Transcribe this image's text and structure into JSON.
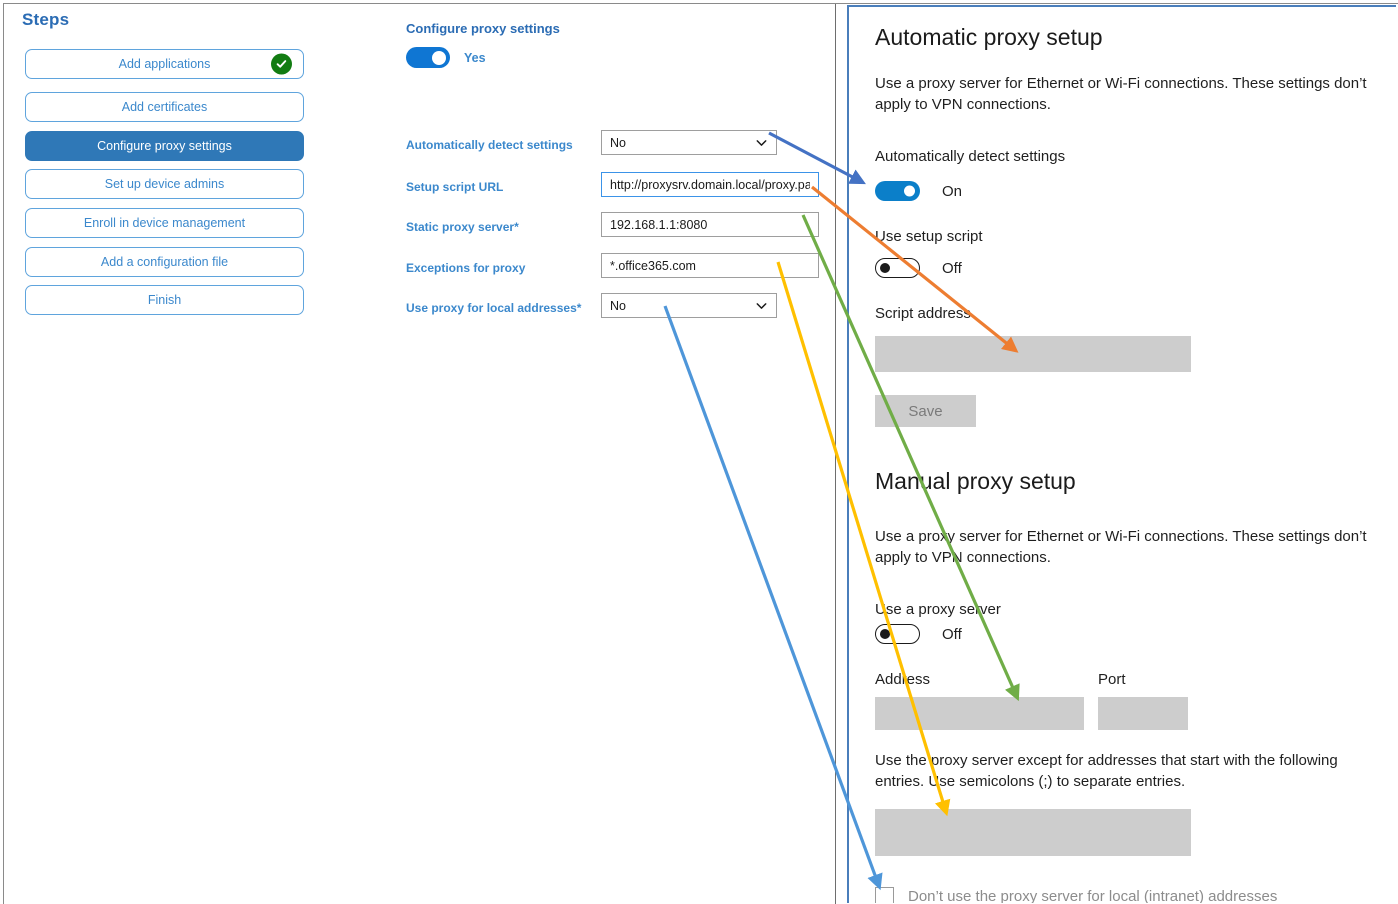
{
  "steps": {
    "title": "Steps",
    "items": [
      {
        "label": "Add applications",
        "state": "complete",
        "selected": false,
        "icon": "check-circle-icon"
      },
      {
        "label": "Add certificates",
        "state": "default",
        "selected": false
      },
      {
        "label": "Configure proxy settings",
        "state": "default",
        "selected": true
      },
      {
        "label": "Set up device admins",
        "state": "default",
        "selected": false
      },
      {
        "label": "Enroll in device management",
        "state": "default",
        "selected": false
      },
      {
        "label": "Add a configuration file",
        "state": "default",
        "selected": false
      },
      {
        "label": "Finish",
        "state": "default",
        "selected": false
      }
    ]
  },
  "form": {
    "heading": "Configure proxy settings",
    "enable_toggle": {
      "state": "on",
      "label": "Yes"
    },
    "fields": [
      {
        "label": "Automatically detect settings",
        "required": false,
        "type": "select",
        "value": "No",
        "icon": "chevron-down-icon"
      },
      {
        "label": "Setup script URL",
        "required": false,
        "type": "text",
        "value": "http://proxysrv.domain.local/proxy.pa",
        "focused": true
      },
      {
        "label": "Static proxy server",
        "required": true,
        "type": "text",
        "value": "192.168.1.1:8080",
        "focused": false
      },
      {
        "label": "Exceptions for proxy",
        "required": false,
        "type": "text",
        "value": "*.office365.com",
        "focused": false
      },
      {
        "label": "Use proxy for local addresses",
        "required": true,
        "type": "select",
        "value": "No",
        "icon": "chevron-down-icon"
      }
    ],
    "required_marker": "*"
  },
  "windows_settings": {
    "automatic": {
      "heading": "Automatic proxy setup",
      "description": "Use a proxy server for Ethernet or Wi-Fi connections. These settings don’t apply to VPN connections.",
      "auto_detect_label": "Automatically detect settings",
      "auto_detect_state": "On",
      "setup_script_label": "Use setup script",
      "setup_script_state": "Off",
      "script_address_label": "Script address",
      "script_address_value": "",
      "save_label": "Save"
    },
    "manual": {
      "heading": "Manual proxy setup",
      "description": "Use a proxy server for Ethernet or Wi-Fi connections. These settings don’t apply to VPN connections.",
      "use_proxy_label": "Use a proxy server",
      "use_proxy_state": "Off",
      "address_label": "Address",
      "address_value": "",
      "port_label": "Port",
      "port_value": "",
      "exceptions_description": "Use the proxy server except for addresses that start with the following entries. Use semicolons (;) to separate entries.",
      "exceptions_value": "",
      "bypass_local_label": "Don’t use the proxy server for local (intranet) addresses",
      "bypass_local_checked": false
    }
  },
  "annotations": {
    "description": "Colored arrows mapping MDM policy fields to the corresponding Windows proxy settings",
    "arrows": [
      {
        "name": "automatically-detect-settings-arrow",
        "color": "#4472C4",
        "from": "Automatically detect settings dropdown",
        "to": "Automatically detect settings toggle"
      },
      {
        "name": "setup-script-url-arrow",
        "color": "#ED7D31",
        "from": "Setup script URL field",
        "to": "Script address box"
      },
      {
        "name": "static-proxy-server-arrow",
        "color": "#70AD47",
        "from": "Static proxy server field",
        "to": "Address box"
      },
      {
        "name": "exceptions-for-proxy-arrow",
        "color": "#FFC000",
        "from": "Exceptions for proxy field",
        "to": "Exceptions box"
      },
      {
        "name": "use-proxy-for-local-addresses-arrow",
        "color": "#4E96D9",
        "from": "Use proxy for local addresses dropdown",
        "to": "Don’t use the proxy server for local (intranet) addresses checkbox"
      }
    ]
  },
  "colors": {
    "accent_blue": "#3b88cc",
    "selected_step": "#2f78b7",
    "complete_green": "#127c12",
    "toggle_on": "#0b7fc9",
    "disabled_gray": "#cdcdcd"
  }
}
